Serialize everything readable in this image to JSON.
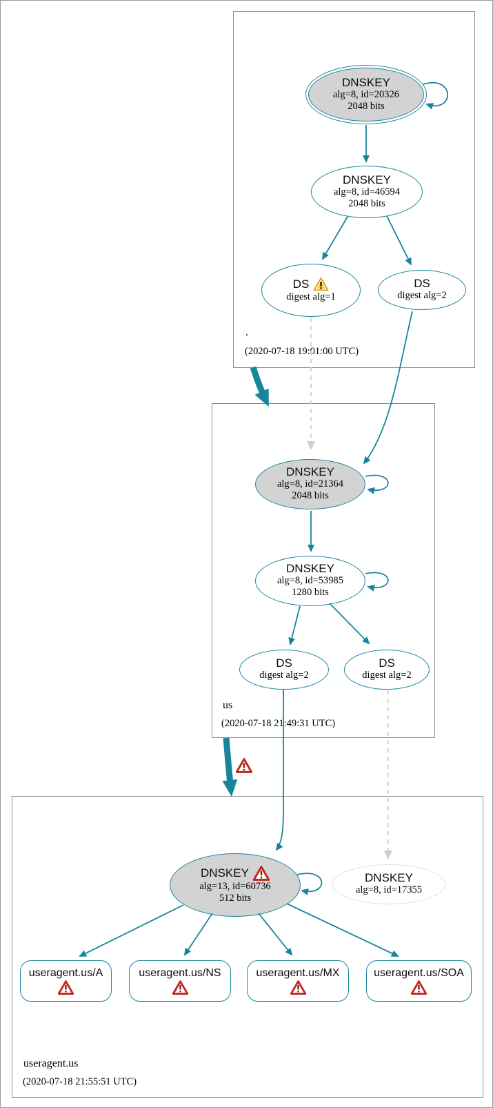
{
  "colors": {
    "accent_teal": "#17869b",
    "node_fill_gray": "#d3d3d3",
    "zone_border_gray": "#8b8b8b",
    "dashed_edge_gray": "#cfcfcf",
    "warning_yellow": "#ffcf29",
    "error_red": "#c3281c"
  },
  "zones": {
    "root": {
      "label": ".",
      "timestamp": "(2020-07-18 19:01:00 UTC)"
    },
    "us": {
      "label": "us",
      "timestamp": "(2020-07-18 21:49:31 UTC)"
    },
    "useragent": {
      "label": "useragent.us",
      "timestamp": "(2020-07-18 21:55:51 UTC)"
    }
  },
  "nodes": {
    "root_ksk": {
      "title": "DNSKEY",
      "detail": "alg=8, id=20326",
      "size": "2048 bits"
    },
    "root_zsk": {
      "title": "DNSKEY",
      "detail": "alg=8, id=46594",
      "size": "2048 bits"
    },
    "root_ds_alg1": {
      "title": "DS",
      "detail": "digest alg=1"
    },
    "root_ds_alg2": {
      "title": "DS",
      "detail": "digest alg=2"
    },
    "us_ksk": {
      "title": "DNSKEY",
      "detail": "alg=8, id=21364",
      "size": "2048 bits"
    },
    "us_zsk": {
      "title": "DNSKEY",
      "detail": "alg=8, id=53985",
      "size": "1280 bits"
    },
    "us_ds_left": {
      "title": "DS",
      "detail": "digest alg=2"
    },
    "us_ds_right": {
      "title": "DS",
      "detail": "digest alg=2"
    },
    "ua_dnskey": {
      "title": "DNSKEY",
      "detail": "alg=13, id=60736",
      "size": "512 bits"
    },
    "ua_dnskey_missing": {
      "title": "DNSKEY",
      "detail": "alg=8, id=17355"
    }
  },
  "rrsets": [
    {
      "label": "useragent.us/A"
    },
    {
      "label": "useragent.us/NS"
    },
    {
      "label": "useragent.us/MX"
    },
    {
      "label": "useragent.us/SOA"
    }
  ],
  "icons": {
    "warning": "warning-triangle-icon",
    "error": "error-triangle-icon"
  }
}
